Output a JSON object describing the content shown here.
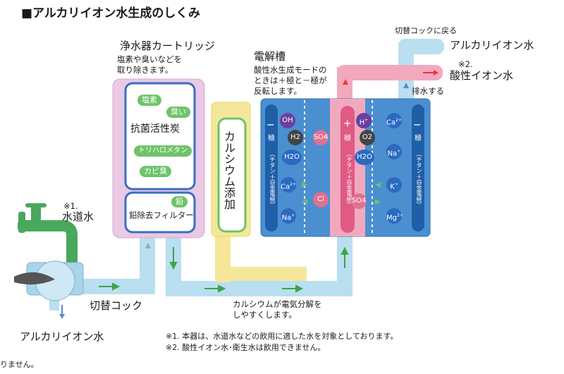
{
  "title": "■アルカリイオン水生成のしくみ",
  "cartridge": {
    "heading": "浄水器カートリッジ",
    "desc1": "塩素や臭いなどを",
    "desc2": "取り除きます。",
    "chips": [
      "塩素",
      "臭い",
      "トリハロメタン",
      "カビ臭"
    ],
    "carbon_label": "抗菌活性炭",
    "lead_chip": "鉛",
    "lead_filter_label": "鉛除去フィルター"
  },
  "calcium_label": "カルシウム添加",
  "electrolysis": {
    "heading": "電解槽",
    "desc1": "酸性水生成モードの",
    "desc2": "ときは＋極と－極が",
    "desc3": "反転します。",
    "minus_sign": "－",
    "plus_sign": "＋",
    "pole": "極",
    "electrode_note": "（チタン＋白金電極）"
  },
  "ions": {
    "oh": "OH",
    "h2": "H2",
    "h2o_left": "H2O",
    "ca_left": "Ca",
    "ca_left_sup": "2+",
    "na_left": "Na",
    "na_left_sup": "+",
    "so4_top": "SO4",
    "cl": "Cl",
    "h": "H",
    "h_sup": "+",
    "o2": "O2",
    "h2o_right": "H2O",
    "so4_mid": "SO4",
    "ca_right": "Ca",
    "ca_right_sup": "2+",
    "na_right": "Na",
    "na_right_sup": "+",
    "k": "K",
    "k_sup": "+",
    "mg": "Mg",
    "mg_sup": "2+"
  },
  "outlets": {
    "switch_return": "切替コックに戻る",
    "alkaline": "アルカリイオン水",
    "note2_mark": "※2.",
    "acidic": "酸性イオン水",
    "drain": "排水する"
  },
  "tap": {
    "note1_mark": "※1.",
    "label": "水道水"
  },
  "switch_cock": "切替コック",
  "alkaline_bottom": "アルカリイオン水",
  "calcium_note1": "カルシウムが電気分解を",
  "calcium_note2": "しやすくします。",
  "footnotes": {
    "n1": "※1. 本器は、水道水などの飲用に適した水を対象としております。",
    "n2": "※2. 酸性イオン水･衛生水は飲用できません。"
  },
  "cut_text": "りません。",
  "colors": {
    "pipe": "#b9dff0",
    "acid": "#f2a9bd",
    "calcium": "#f5e79a",
    "cartridge": "#e9c9e4",
    "tank": "#3f86c9",
    "arrow": "#3aa54a"
  }
}
